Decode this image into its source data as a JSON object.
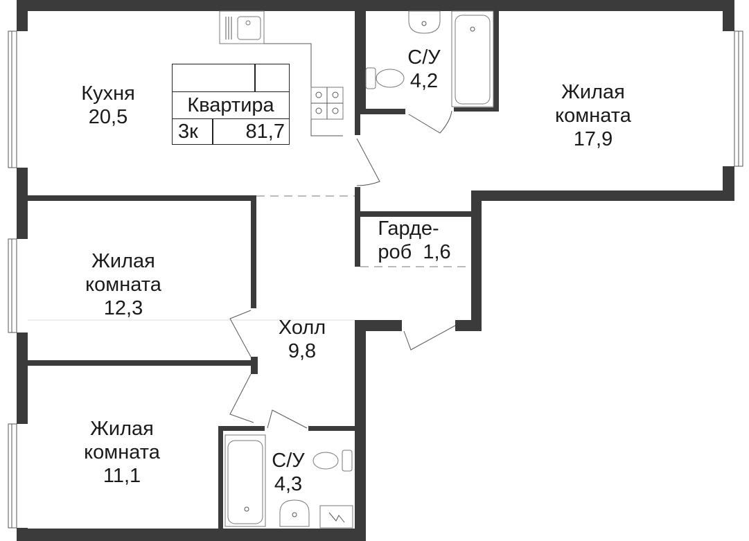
{
  "plan": {
    "apartment_label": "Квартира",
    "rooms_count": "3к",
    "total_area": "81,7",
    "rooms": [
      {
        "name": "Кухня",
        "area": "20,5"
      },
      {
        "name": "С/У",
        "area": "4,2"
      },
      {
        "name": "Жилая комната",
        "name_line1": "Жилая",
        "name_line2": "комната",
        "area": "17,9"
      },
      {
        "name": "Гардероб",
        "name_line1": "Гарде-",
        "name_line2": "роб",
        "area": "1,6"
      },
      {
        "name": "Жилая комната",
        "name_line1": "Жилая",
        "name_line2": "комната",
        "area": "12,3"
      },
      {
        "name": "Холл",
        "area": "9,8"
      },
      {
        "name": "Жилая комната",
        "name_line1": "Жилая",
        "name_line2": "комната",
        "area": "11,1"
      },
      {
        "name": "С/У",
        "area": "4,3"
      }
    ]
  }
}
